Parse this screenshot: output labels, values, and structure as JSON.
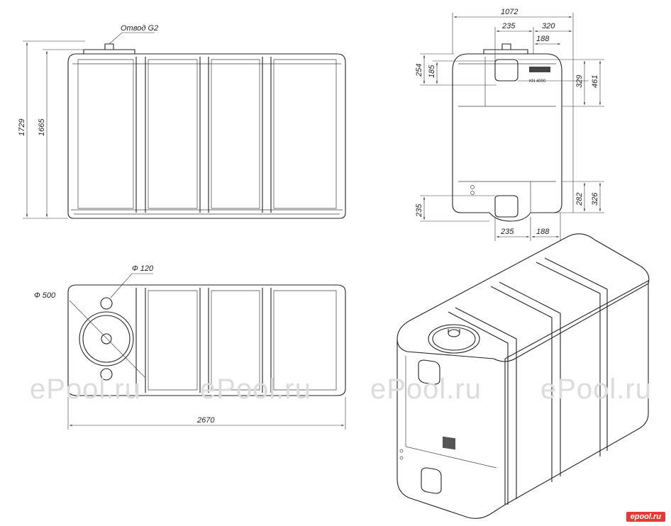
{
  "watermark": {
    "text": "ePool.ru",
    "logo": "epool.ru"
  },
  "front_view": {
    "outlet_label": "Отвод G2",
    "dim_total_height": "1729",
    "dim_body_height": "1665"
  },
  "side_view": {
    "dim_width": "1072",
    "dim_top_a": "235",
    "dim_top_b": "320",
    "dim_top_c": "188",
    "dim_left_254": "254",
    "dim_left_185": "185",
    "dim_right_329": "329",
    "dim_right_461": "461",
    "dim_bottom_left_235": "235",
    "dim_bottom_a": "235",
    "dim_bottom_b": "188",
    "dim_right_282": "282",
    "dim_right_326": "326",
    "plate_text": "KN 4000"
  },
  "top_view": {
    "dim_hole_small": "Ф 120",
    "dim_hole_large": "Ф 500",
    "dim_length": "2670"
  },
  "iso_view": {}
}
